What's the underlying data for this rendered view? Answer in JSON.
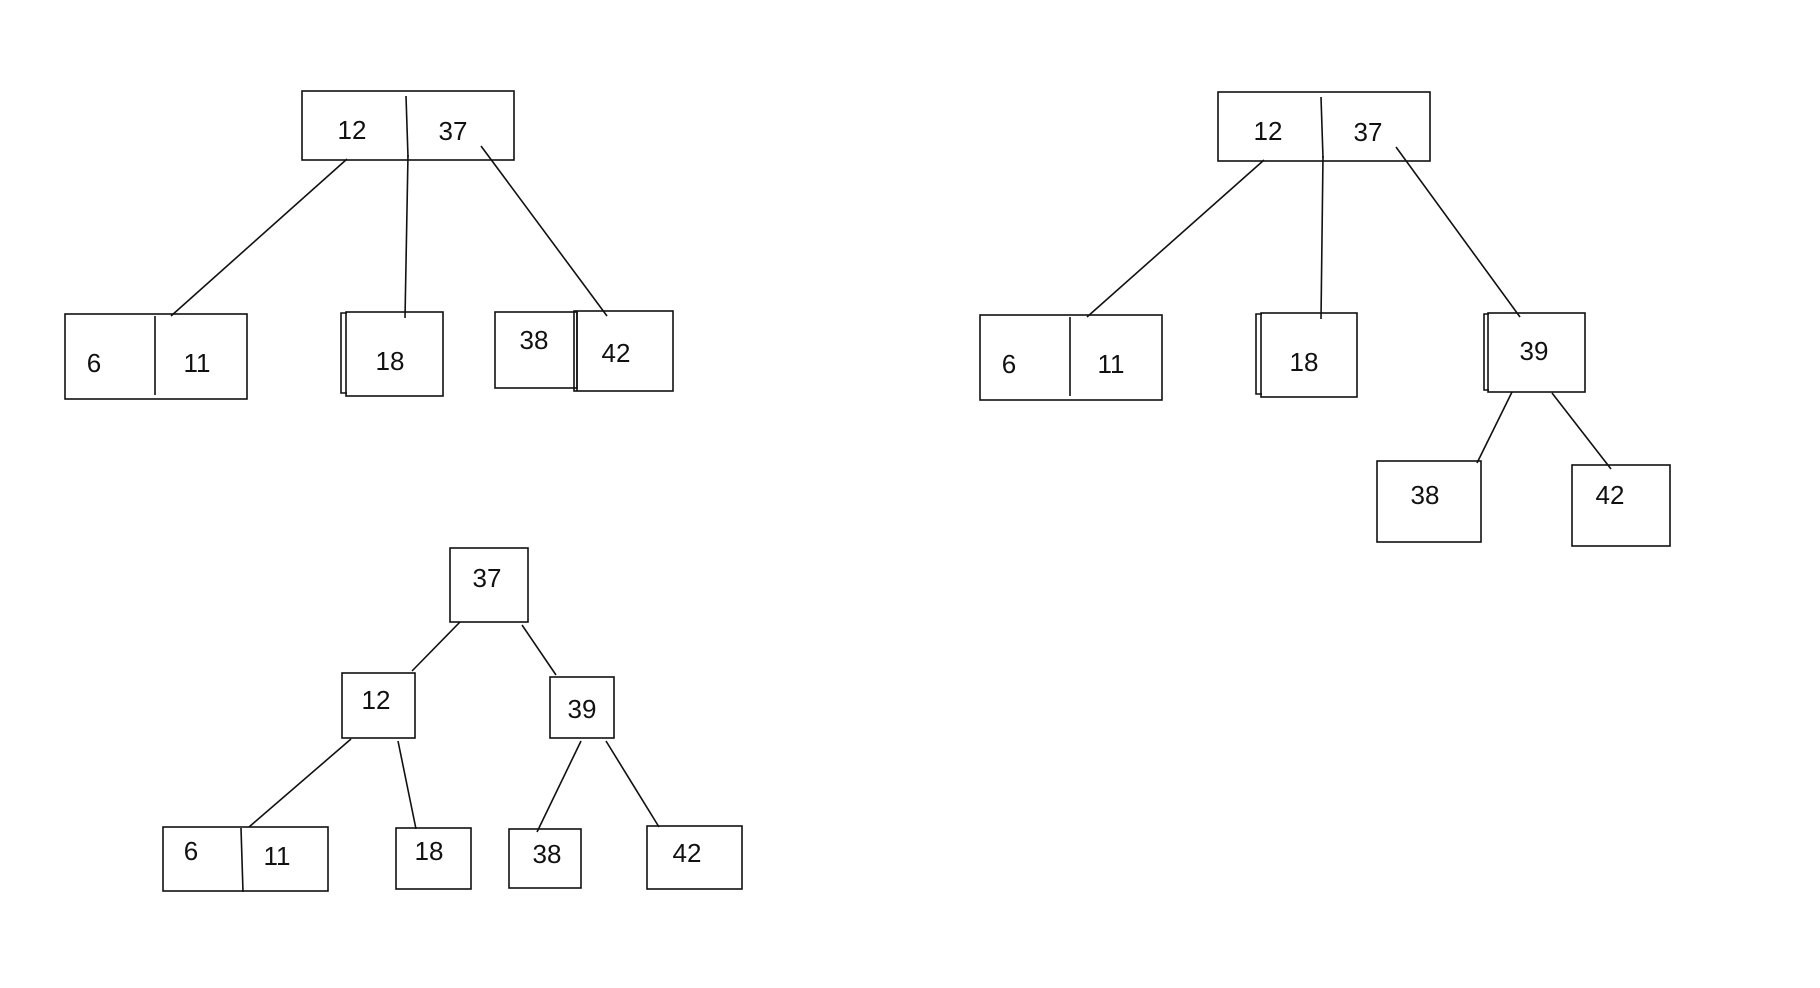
{
  "diagrams": [
    {
      "id": "tree-a",
      "root": {
        "keys": [
          "12",
          "37"
        ]
      },
      "children": [
        {
          "keys": [
            "6",
            "11"
          ]
        },
        {
          "keys": [
            "18"
          ]
        },
        {
          "keys": [
            "38",
            "42"
          ]
        }
      ]
    },
    {
      "id": "tree-b",
      "root": {
        "keys": [
          "12",
          "37"
        ]
      },
      "children": [
        {
          "keys": [
            "6",
            "11"
          ]
        },
        {
          "keys": [
            "18"
          ]
        },
        {
          "keys": [
            "39"
          ]
        }
      ],
      "grandchildren": [
        {
          "keys": [
            "38"
          ]
        },
        {
          "keys": [
            "42"
          ]
        }
      ]
    },
    {
      "id": "tree-c",
      "root": {
        "keys": [
          "37"
        ]
      },
      "children": [
        {
          "keys": [
            "12"
          ]
        },
        {
          "keys": [
            "39"
          ]
        }
      ],
      "grandchildren": [
        {
          "keys": [
            "6",
            "11"
          ]
        },
        {
          "keys": [
            "18"
          ]
        },
        {
          "keys": [
            "38"
          ]
        },
        {
          "keys": [
            "42"
          ]
        }
      ]
    }
  ]
}
